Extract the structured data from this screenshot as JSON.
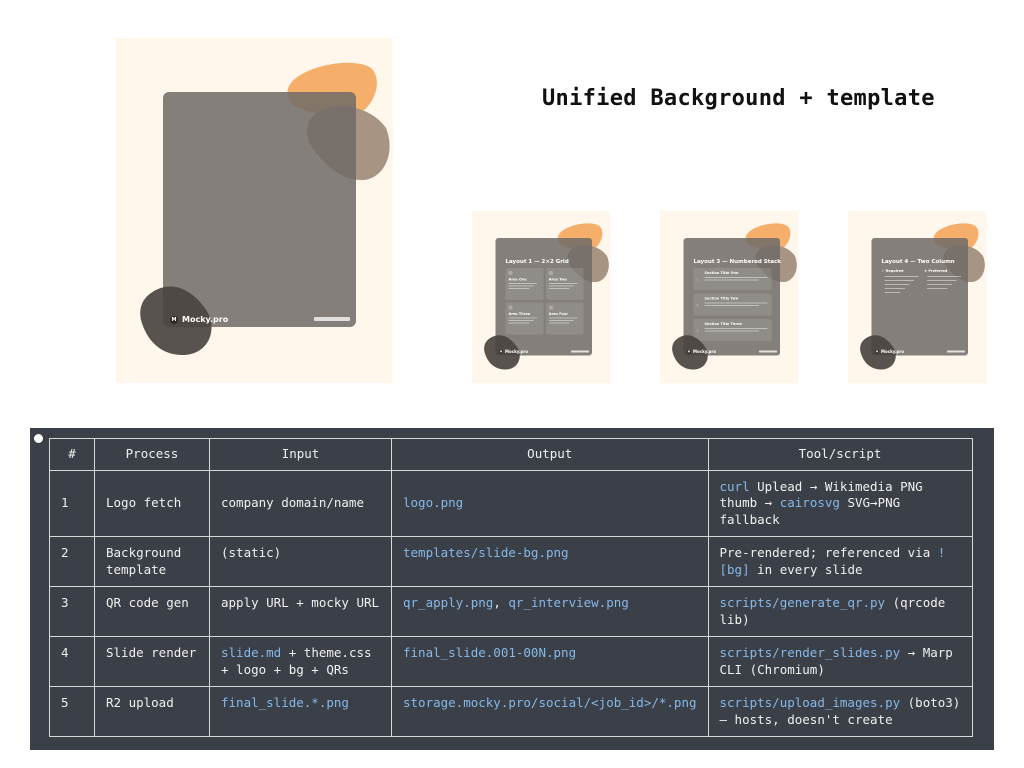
{
  "heading": "Unified Background + template",
  "colors": {
    "slide_bg": "#fff7ec",
    "card": "#75706c",
    "orange_blob": "#f6ae6b",
    "brown_blob": "#a89482",
    "dark_blob": "#4a4440",
    "panel": "#3b3f47",
    "code": "#86b8e8"
  },
  "main_slide": {
    "brand": "Mocky.pro"
  },
  "thumbnails": [
    {
      "title": "Layout 1 — 2×2 Grid",
      "items": [
        "Area One",
        "Area Two",
        "Area Three",
        "Area Four"
      ],
      "brand": "Mocky.pro"
    },
    {
      "title": "Layout 3 — Numbered Stack",
      "items": [
        "Section Title One",
        "Section Title Two",
        "Section Title Three"
      ],
      "numbers": [
        "1",
        "2",
        "3"
      ],
      "brand": "Mocky.pro"
    },
    {
      "title": "Layout 4 — Two Column",
      "columns": [
        "✓ Required",
        "★ Preferred"
      ],
      "brand": "Mocky.pro"
    }
  ],
  "table": {
    "headers": [
      "#",
      "Process",
      "Input",
      "Output",
      "Tool/script"
    ],
    "rows": [
      [
        [
          {
            "t": "1"
          }
        ],
        [
          {
            "t": "Logo fetch"
          }
        ],
        [
          {
            "t": "company domain/name"
          }
        ],
        [
          {
            "t": "logo.png",
            "code": true
          }
        ],
        [
          {
            "t": "curl",
            "code": true
          },
          {
            "t": " Uplead → Wikimedia PNG thumb → "
          },
          {
            "t": "cairosvg",
            "code": true
          },
          {
            "t": " SVG→PNG fallback"
          }
        ]
      ],
      [
        [
          {
            "t": "2"
          }
        ],
        [
          {
            "t": "Background template"
          }
        ],
        [
          {
            "t": "(static)"
          }
        ],
        [
          {
            "t": "templates/slide-bg.png",
            "code": true
          }
        ],
        [
          {
            "t": "Pre-rendered; referenced via "
          },
          {
            "t": "![bg]",
            "code": true
          },
          {
            "t": " in every slide"
          }
        ]
      ],
      [
        [
          {
            "t": "3"
          }
        ],
        [
          {
            "t": "QR code gen"
          }
        ],
        [
          {
            "t": "apply URL + mocky URL"
          }
        ],
        [
          {
            "t": "qr_apply.png",
            "code": true
          },
          {
            "t": ", "
          },
          {
            "t": "qr_interview.png",
            "code": true
          }
        ],
        [
          {
            "t": "scripts/generate_qr.py",
            "code": true
          },
          {
            "t": " (qrcode lib)"
          }
        ]
      ],
      [
        [
          {
            "t": "4"
          }
        ],
        [
          {
            "t": "Slide render"
          }
        ],
        [
          {
            "t": "slide.md",
            "code": true
          },
          {
            "t": " + theme.css + logo + bg + QRs"
          }
        ],
        [
          {
            "t": "final_slide.001-00N.png",
            "code": true
          }
        ],
        [
          {
            "t": "scripts/render_slides.py",
            "code": true
          },
          {
            "t": " → Marp CLI (Chromium)"
          }
        ]
      ],
      [
        [
          {
            "t": "5"
          }
        ],
        [
          {
            "t": "R2 upload"
          }
        ],
        [
          {
            "t": "final_slide.*.png",
            "code": true
          }
        ],
        [
          {
            "t": "storage.mocky.pro/social/<job_id>/*.png",
            "code": true
          }
        ],
        [
          {
            "t": "scripts/upload_images.py",
            "code": true
          },
          {
            "t": " (boto3) — hosts, doesn't create"
          }
        ]
      ]
    ]
  }
}
